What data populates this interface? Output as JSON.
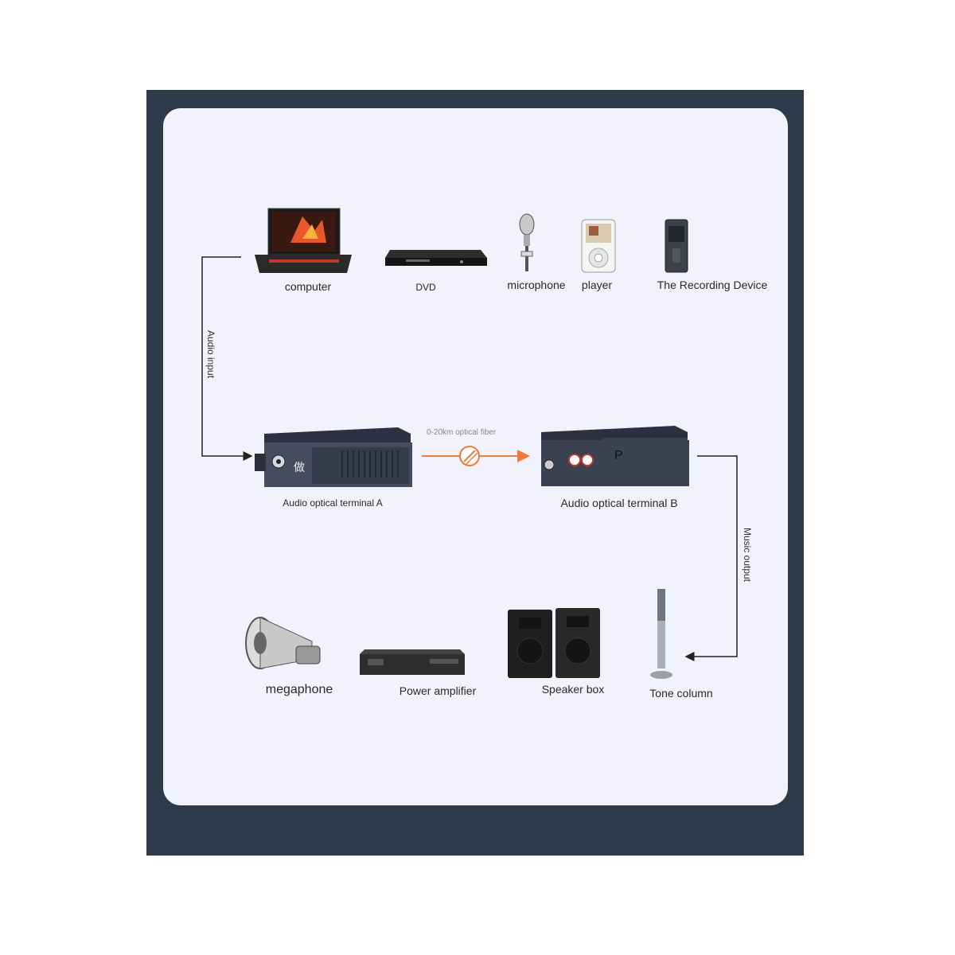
{
  "sources": [
    {
      "label": "computer"
    },
    {
      "label": "DVD"
    },
    {
      "label": "microphone"
    },
    {
      "label": "player"
    },
    {
      "label": "The Recording Device"
    }
  ],
  "connections": {
    "audio_input": "Audio input",
    "fiber": "0-20km optical fiber",
    "music_output": "Music output"
  },
  "terminals": {
    "a": "Audio optical terminal A",
    "b": "Audio optical terminal B",
    "a_overlay": "做",
    "b_overlay": "P"
  },
  "outputs": [
    {
      "label": "megaphone"
    },
    {
      "label": "Power amplifier"
    },
    {
      "label": "Speaker box"
    },
    {
      "label": "Tone column"
    }
  ],
  "colors": {
    "frame": "#2c3a4a",
    "panel": "#f1f2fb",
    "fiber": "#f07a3c",
    "device": "#3a4150"
  }
}
